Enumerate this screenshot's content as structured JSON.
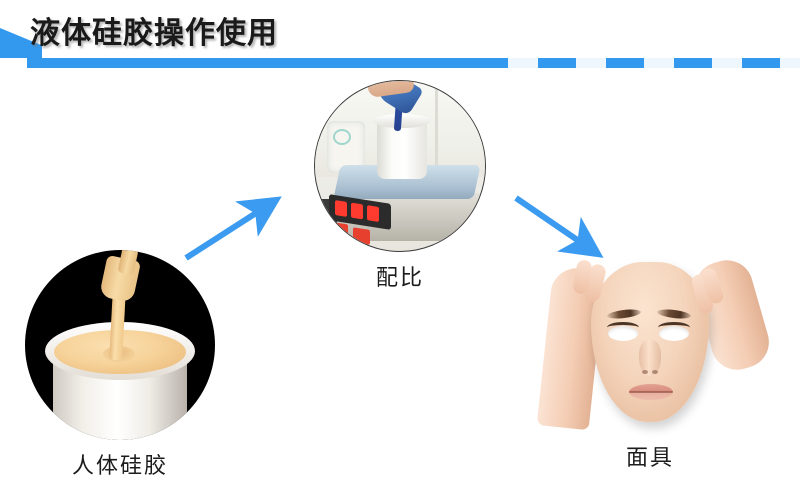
{
  "page": {
    "title": "液体硅胶操作使用",
    "accent_blue": "#3399ee",
    "arrow_blue": "#3b9bf0",
    "background": "#ffffff",
    "dash_light": "#eef6fe"
  },
  "header": {
    "title": "液体硅胶操作使用",
    "rule_solid_label": "solid-rule",
    "rule_dashed_label": "dashed-rule"
  },
  "flow": {
    "steps": [
      {
        "id": "silicone",
        "label": "人体硅胶",
        "image_alt": "black circular photo of white bucket filled with beige liquid silicone and a spatula pouring a stream"
      },
      {
        "id": "ratio",
        "label": "配比",
        "image_alt": "circular photo of a digital weighing scale with a white mixing cup receiving blue catalyst liquid"
      },
      {
        "id": "mask",
        "label": "面具",
        "image_alt": "two hands holding a flesh-colored silicone face mask"
      }
    ],
    "arrows": [
      {
        "id": "arrow-silicone-to-ratio",
        "direction": "up-right"
      },
      {
        "id": "arrow-ratio-to-mask",
        "direction": "down-right"
      }
    ]
  }
}
